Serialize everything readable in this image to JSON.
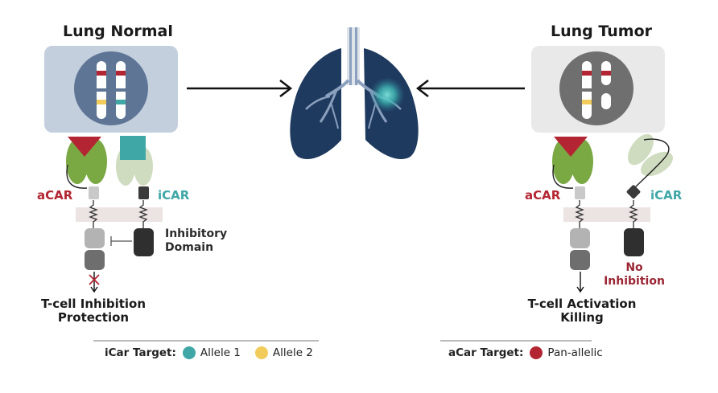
{
  "normal": {
    "title": "Lung Normal",
    "acar_label": "aCAR",
    "icar_label": "iCAR",
    "inhibitory_line1": "Inhibitory",
    "inhibitory_line2": "Domain",
    "outcome_line1": "T-cell Inhibition",
    "outcome_line2": "Protection"
  },
  "tumor": {
    "title": "Lung Tumor",
    "acar_label": "aCAR",
    "icar_label": "iCAR",
    "no_inhibition_line1": "No",
    "no_inhibition_line2": "Inhibition",
    "outcome_line1": "T-cell Activation",
    "outcome_line2": "Killing"
  },
  "legend_left": {
    "label": "iCar Target:",
    "items": [
      {
        "name": "Allele 1",
        "color": "#3fa7a6"
      },
      {
        "name": "Allele 2",
        "color": "#f2cc5a"
      }
    ]
  },
  "legend_right": {
    "label": "aCar Target:",
    "items": [
      {
        "name": "Pan-allelic",
        "color": "#b32532"
      }
    ]
  },
  "colors": {
    "acar_red": "#b32532",
    "icar_teal": "#3fa7a6",
    "allele2_yellow": "#f2cc5a",
    "lung_navy": "#1f3a5f",
    "receptor_green": "#7aa843",
    "receptor_pale": "#cfdcc0",
    "panel_normal": "#c3cfdd",
    "panel_tumor": "#e9e9e9"
  },
  "icons": [
    "chromosome-pair-icon",
    "lungs-icon",
    "t-cell-receptor-icon",
    "blocked-x-icon",
    "arrow-right-icon",
    "arrow-left-icon"
  ]
}
